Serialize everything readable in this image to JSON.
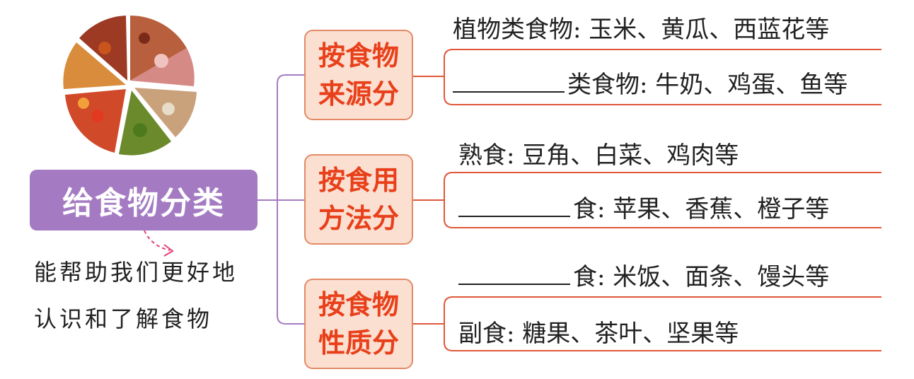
{
  "root": {
    "label": "给食物分类"
  },
  "note": {
    "line1": "能帮助我们更好地",
    "line2": "认识和了解食物"
  },
  "categories": [
    {
      "line1": "按食物",
      "line2": "来源分",
      "items": [
        {
          "blank": false,
          "text": "植物类食物: 玉米、黄瓜、西蓝花等"
        },
        {
          "blank": true,
          "text": "类食物: 牛奶、鸡蛋、鱼等"
        }
      ]
    },
    {
      "line1": "按食用",
      "line2": "方法分",
      "items": [
        {
          "blank": false,
          "text": "熟食: 豆角、白菜、鸡肉等"
        },
        {
          "blank": true,
          "text": "食: 苹果、香蕉、橙子等"
        }
      ]
    },
    {
      "line1": "按食物",
      "line2": "性质分",
      "items": [
        {
          "blank": true,
          "text": "食: 米饭、面条、馒头等"
        },
        {
          "blank": false,
          "text": "副食: 糖果、茶叶、坚果等"
        }
      ]
    }
  ],
  "colors": {
    "root": "#a47bc2",
    "category_fill": "#fbdfd1",
    "category_border": "#e28a66",
    "category_text": "#e8401a",
    "connector": "#a47bc2",
    "bracket": "#e0583a"
  },
  "image": {
    "icon": "food-pie-photo"
  }
}
